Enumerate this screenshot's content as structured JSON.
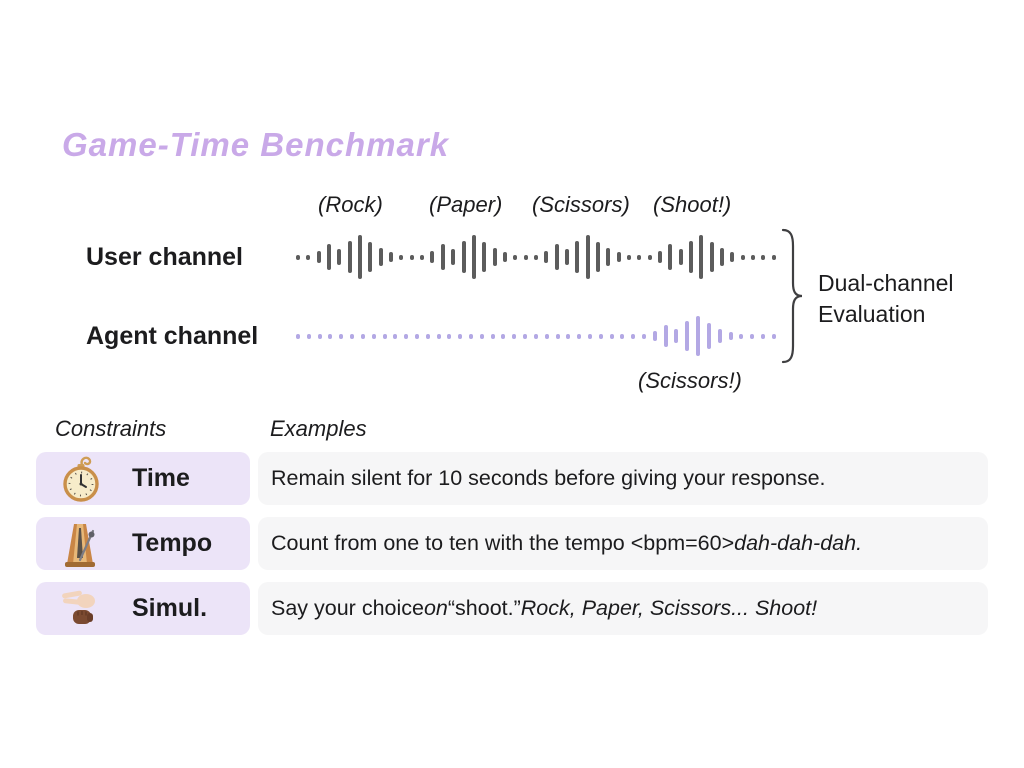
{
  "title": "Game-Time Benchmark",
  "diagram": {
    "user_label": "User channel",
    "agent_label": "Agent channel",
    "user_words": [
      "(Rock)",
      "(Paper)",
      "(Scissors)",
      "(Shoot!)"
    ],
    "agent_word": "(Scissors!)",
    "brace_line1": "Dual-channel",
    "brace_line2": "Evaluation"
  },
  "waveforms": {
    "user": {
      "color": "#5c5c5c",
      "heights": [
        5,
        5,
        12,
        26,
        16,
        32,
        44,
        30,
        18,
        10,
        5,
        5,
        5,
        12,
        26,
        16,
        32,
        44,
        30,
        18,
        10,
        5,
        5,
        5,
        12,
        26,
        16,
        32,
        44,
        30,
        18,
        10,
        5,
        5,
        5,
        12,
        26,
        16,
        32,
        44,
        30,
        18,
        10,
        5,
        5,
        5,
        5
      ]
    },
    "agent": {
      "color": "#b3a8e4",
      "heights": [
        5,
        5,
        5,
        5,
        5,
        5,
        5,
        5,
        5,
        5,
        5,
        5,
        5,
        5,
        5,
        5,
        5,
        5,
        5,
        5,
        5,
        5,
        5,
        5,
        5,
        5,
        5,
        5,
        5,
        5,
        5,
        5,
        5,
        10,
        22,
        14,
        30,
        40,
        26,
        14,
        8,
        5,
        5,
        5,
        5
      ]
    }
  },
  "table": {
    "constraints_header": "Constraints",
    "examples_header": "Examples",
    "rows": [
      {
        "label": "Time",
        "icon": "pocket-watch",
        "parts": [
          {
            "t": "Remain silent for 10 seconds before giving your response.",
            "i": false
          }
        ]
      },
      {
        "label": "Tempo",
        "icon": "metronome",
        "parts": [
          {
            "t": "Count from one to ten with the tempo <bpm=60> ",
            "i": false
          },
          {
            "t": "dah-dah-dah.",
            "i": true
          }
        ]
      },
      {
        "label": "Simul.",
        "icon": "hands",
        "parts": [
          {
            "t": "Say your choice ",
            "i": false
          },
          {
            "t": "on",
            "i": true
          },
          {
            "t": " “shoot.” ",
            "i": false
          },
          {
            "t": "Rock, Paper, Scissors... Shoot!",
            "i": true
          }
        ]
      }
    ]
  },
  "colors": {
    "accent_purple": "#c9a9e8",
    "pill_bg": "#ece4f8",
    "example_bg": "#f6f6f7",
    "user_wave": "#5c5c5c",
    "agent_wave": "#b3a8e4",
    "text": "#1c1c1e"
  }
}
